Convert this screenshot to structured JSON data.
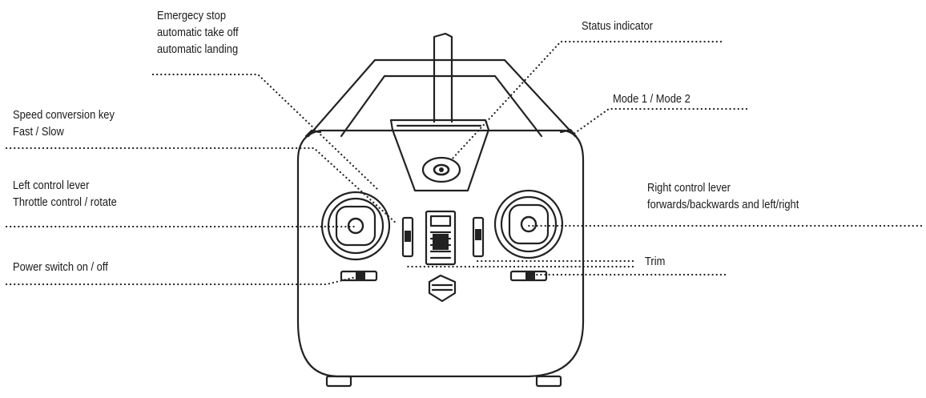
{
  "labels": {
    "emergency": [
      "Emergecy stop",
      "automatic take off",
      "automatic landing"
    ],
    "status": [
      "Status indicator"
    ],
    "speed": [
      "Speed conversion key",
      "Fast / Slow"
    ],
    "mode": [
      "Mode 1 / Mode 2"
    ],
    "left_lever": [
      "Left control lever",
      "Throttle control / rotate"
    ],
    "right_lever": [
      "Right control lever",
      "forwards/backwards and left/right"
    ],
    "power": [
      "Power switch on / off"
    ],
    "trim": [
      "Trim"
    ]
  },
  "colors": {
    "ink": "#1a1a1a",
    "stroke": "#222222",
    "background": "#ffffff"
  }
}
